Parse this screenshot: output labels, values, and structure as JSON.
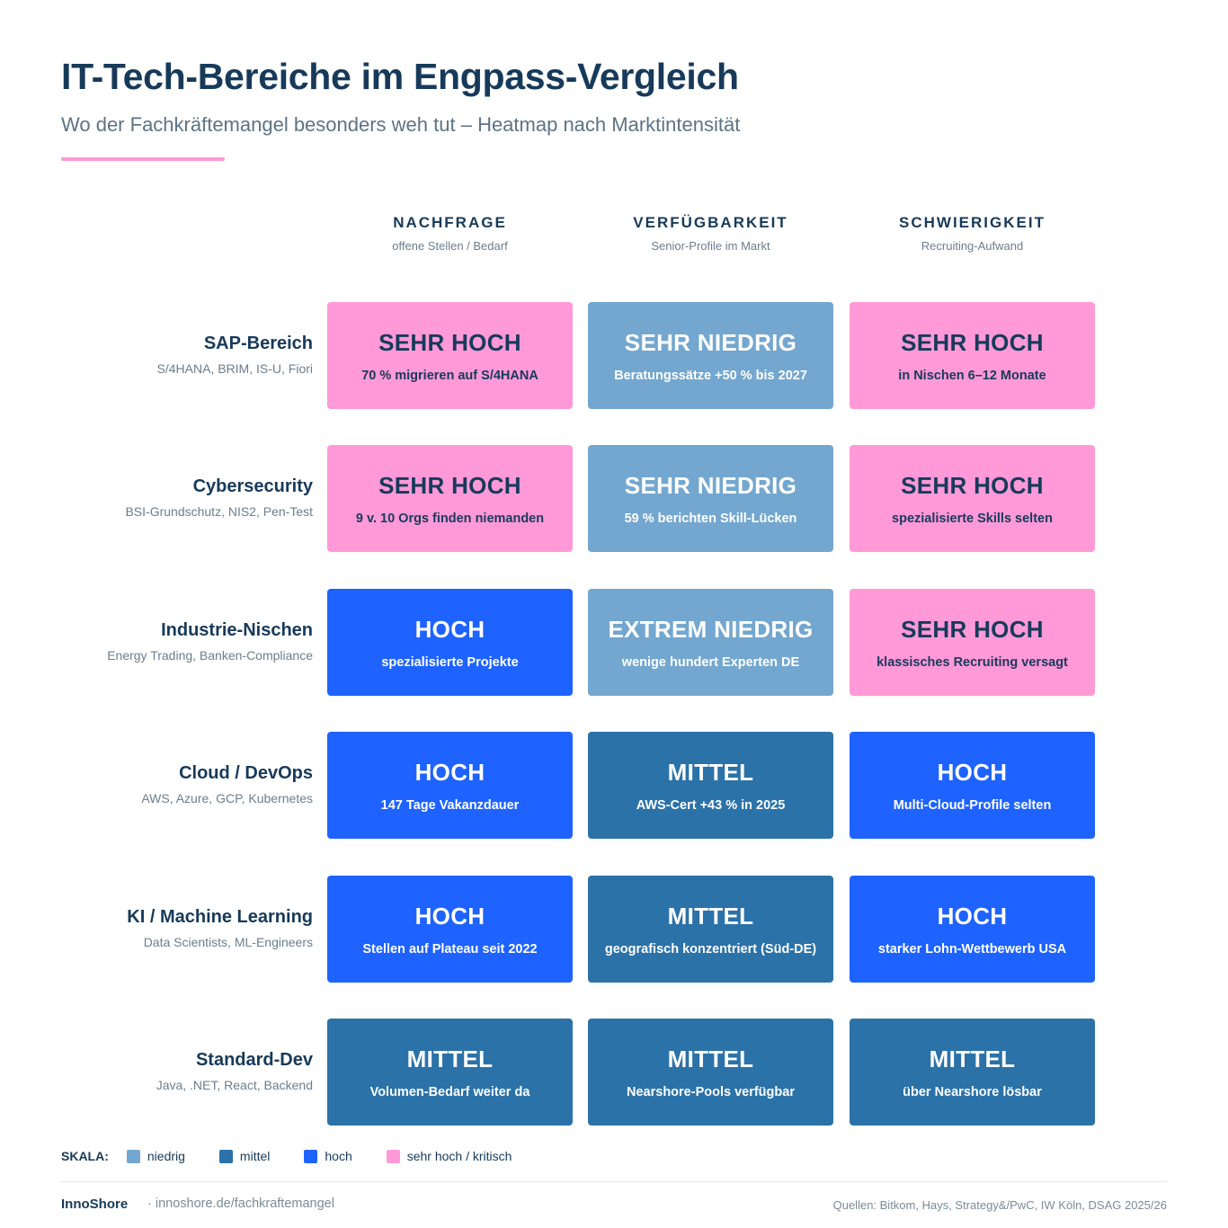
{
  "header": {
    "title": "IT-Tech-Bereiche im Engpass-Vergleich",
    "subtitle": "Wo der Fachkräftemangel besonders weh tut – Heatmap nach Marktintensität",
    "accent_color": "#ff99d8"
  },
  "colors": {
    "sehr_hoch": "#ff99d8",
    "hoch": "#1e63ff",
    "mittel": "#2b72a8",
    "niedrig": "#73a7cf",
    "text_dark": "#173a5a"
  },
  "chart_data": {
    "type": "heatmap",
    "columns": [
      {
        "label": "NACHFRAGE",
        "sub": "offene Stellen / Bedarf"
      },
      {
        "label": "VERFÜGBARKEIT",
        "sub": "Senior-Profile im Markt"
      },
      {
        "label": "SCHWIERIGKEIT",
        "sub": "Recruiting-Aufwand"
      }
    ],
    "rows": [
      {
        "label": "SAP-Bereich",
        "sub": "S/4HANA, BRIM, IS-U, Fiori",
        "cells": [
          {
            "level": "sehr_hoch",
            "text": "SEHR HOCH",
            "note": "70 % migrieren auf S/4HANA"
          },
          {
            "level": "niedrig",
            "text": "SEHR NIEDRIG",
            "note": "Beratungssätze +50 % bis 2027"
          },
          {
            "level": "sehr_hoch",
            "text": "SEHR HOCH",
            "note": "in Nischen 6–12 Monate"
          }
        ]
      },
      {
        "label": "Cybersecurity",
        "sub": "BSI-Grundschutz, NIS2, Pen-Test",
        "cells": [
          {
            "level": "sehr_hoch",
            "text": "SEHR HOCH",
            "note": "9 v. 10 Orgs finden niemanden"
          },
          {
            "level": "niedrig",
            "text": "SEHR NIEDRIG",
            "note": "59 % berichten Skill-Lücken"
          },
          {
            "level": "sehr_hoch",
            "text": "SEHR HOCH",
            "note": "spezialisierte Skills selten"
          }
        ]
      },
      {
        "label": "Industrie-Nischen",
        "sub": "Energy Trading, Banken-Compliance",
        "cells": [
          {
            "level": "hoch",
            "text": "HOCH",
            "note": "spezialisierte Projekte"
          },
          {
            "level": "niedrig",
            "text": "EXTREM NIEDRIG",
            "note": "wenige hundert Experten DE"
          },
          {
            "level": "sehr_hoch",
            "text": "SEHR HOCH",
            "note": "klassisches Recruiting versagt"
          }
        ]
      },
      {
        "label": "Cloud / DevOps",
        "sub": "AWS, Azure, GCP, Kubernetes",
        "cells": [
          {
            "level": "hoch",
            "text": "HOCH",
            "note": "147 Tage Vakanzdauer"
          },
          {
            "level": "mittel",
            "text": "MITTEL",
            "note": "AWS-Cert +43 % in 2025"
          },
          {
            "level": "hoch",
            "text": "HOCH",
            "note": "Multi-Cloud-Profile selten"
          }
        ]
      },
      {
        "label": "KI / Machine Learning",
        "sub": "Data Scientists, ML-Engineers",
        "cells": [
          {
            "level": "hoch",
            "text": "HOCH",
            "note": "Stellen auf Plateau seit 2022"
          },
          {
            "level": "mittel",
            "text": "MITTEL",
            "note": "geografisch konzentriert (Süd-DE)"
          },
          {
            "level": "hoch",
            "text": "HOCH",
            "note": "starker Lohn-Wettbewerb USA"
          }
        ]
      },
      {
        "label": "Standard-Dev",
        "sub": "Java, .NET, React, Backend",
        "cells": [
          {
            "level": "mittel",
            "text": "MITTEL",
            "note": "Volumen-Bedarf weiter da"
          },
          {
            "level": "mittel",
            "text": "MITTEL",
            "note": "Nearshore-Pools verfügbar"
          },
          {
            "level": "mittel",
            "text": "MITTEL",
            "note": "über Nearshore lösbar"
          }
        ]
      }
    ]
  },
  "legend": {
    "title": "SKALA:",
    "items": [
      {
        "label": "niedrig",
        "color": "#73a7cf"
      },
      {
        "label": "mittel",
        "color": "#2b72a8"
      },
      {
        "label": "hoch",
        "color": "#1e63ff"
      },
      {
        "label": "sehr hoch / kritisch",
        "color": "#ff99d8"
      }
    ]
  },
  "footer": {
    "brand": "InnoShore",
    "url": "· innoshore.de/fachkraftemangel",
    "sources": "Quellen: Bitkom, Hays, Strategy&/PwC, IW Köln, DSAG 2025/26"
  }
}
